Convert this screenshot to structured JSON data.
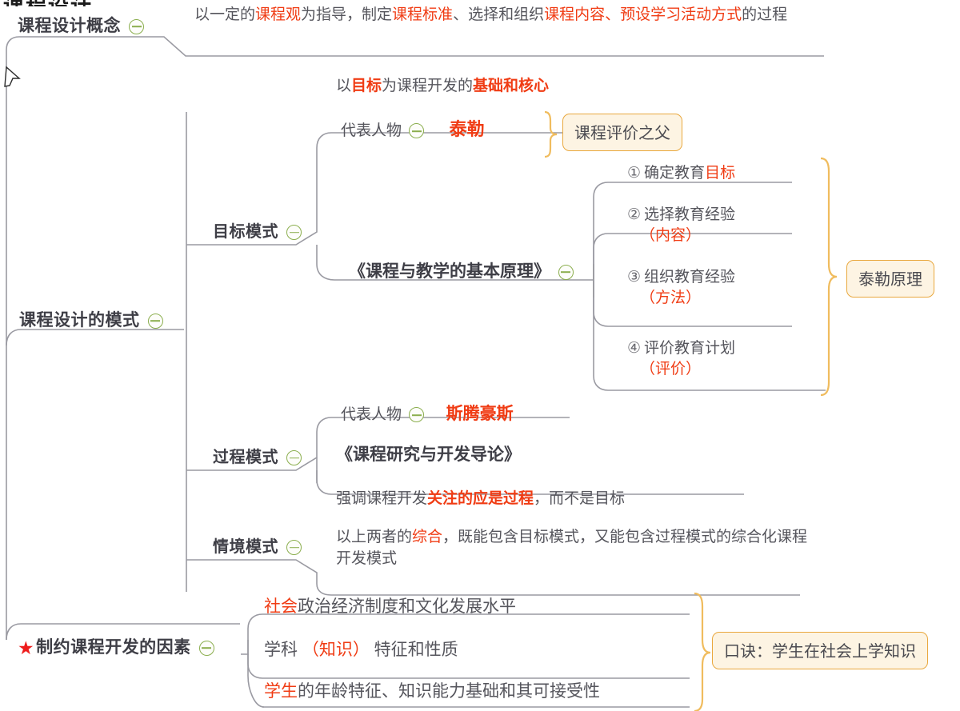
{
  "diagram": {
    "title_fragment": "课程设计",
    "theme": {
      "branch_line": "#9a9aa2",
      "accent_orange": "#e9a83e",
      "chip_fill": "#fdf4e3",
      "highlight_red": "#f03c14",
      "collapse_green": "#8bae4e",
      "star_red": "#ee1c1c",
      "text_gray": "#55555c"
    },
    "collapse_icon": "collapse-minus-circle",
    "star_icon": "star-icon"
  },
  "branch_concept": {
    "label": "课程设计概念",
    "detail": {
      "line1_part1": "以一定的",
      "line1_hl1": "课程观",
      "line1_part2": "为指导，制定",
      "line1_hl2": "课程标准",
      "line1_part3": "、选择和组织",
      "line1_hl3": "课程内容",
      "line1_hl4": "、预",
      "line2_hl": "设学习活动方式",
      "line2_part": "的过程"
    }
  },
  "branch_models": {
    "label": "课程设计的模式",
    "objective_mode": {
      "label": "目标模式",
      "core_statement": {
        "part1": "以",
        "hl1": "目标",
        "part2": "为课程开发的",
        "hl2": "基础和核心"
      },
      "representative": {
        "label": "代表人物",
        "person": "泰勒",
        "note_chip": "课程评价之父"
      },
      "book": "《课程与教学的基本原理》",
      "steps": [
        {
          "num": "①",
          "text": "确定教育",
          "hl": "目标",
          "sub": ""
        },
        {
          "num": "②",
          "text": "选择教育经验",
          "hl": "",
          "sub": "（内容）"
        },
        {
          "num": "③",
          "text": "组织教育经验",
          "hl": "",
          "sub": "（方法）"
        },
        {
          "num": "④",
          "text": "评价教育计划",
          "hl": "",
          "sub": "（评价）"
        }
      ],
      "steps_chip": "泰勒原理"
    },
    "process_mode": {
      "label": "过程模式",
      "representative": {
        "label": "代表人物",
        "person": "斯腾豪斯"
      },
      "book": "《课程研究与开发导论》",
      "statement": {
        "part1": "强调课程开发",
        "hl": "关注的应是过程",
        "part2": "，而不是目标"
      }
    },
    "situation_mode": {
      "label": "情境模式",
      "statement": {
        "part1": "以上两者的",
        "hl": "综合",
        "part2": "，既能包含目标模式，又能包含过程模式的综合化课",
        "line2": "程开发模式"
      }
    }
  },
  "branch_factors": {
    "label": "制约课程开发的因素",
    "starred": true,
    "items": [
      {
        "hl": "社会",
        "text": "政治经济制度和文化发展水平",
        "hl_pos": "start"
      },
      {
        "pre": "学科 ",
        "hl": "（知识）",
        "text": " 特征和性质",
        "hl_pos": "middle"
      },
      {
        "hl": "学生",
        "text": "的年龄特征、知识能力基础和其可接受性",
        "hl_pos": "start"
      }
    ],
    "mnemonic_chip": "口诀：学生在社会上学知识"
  }
}
